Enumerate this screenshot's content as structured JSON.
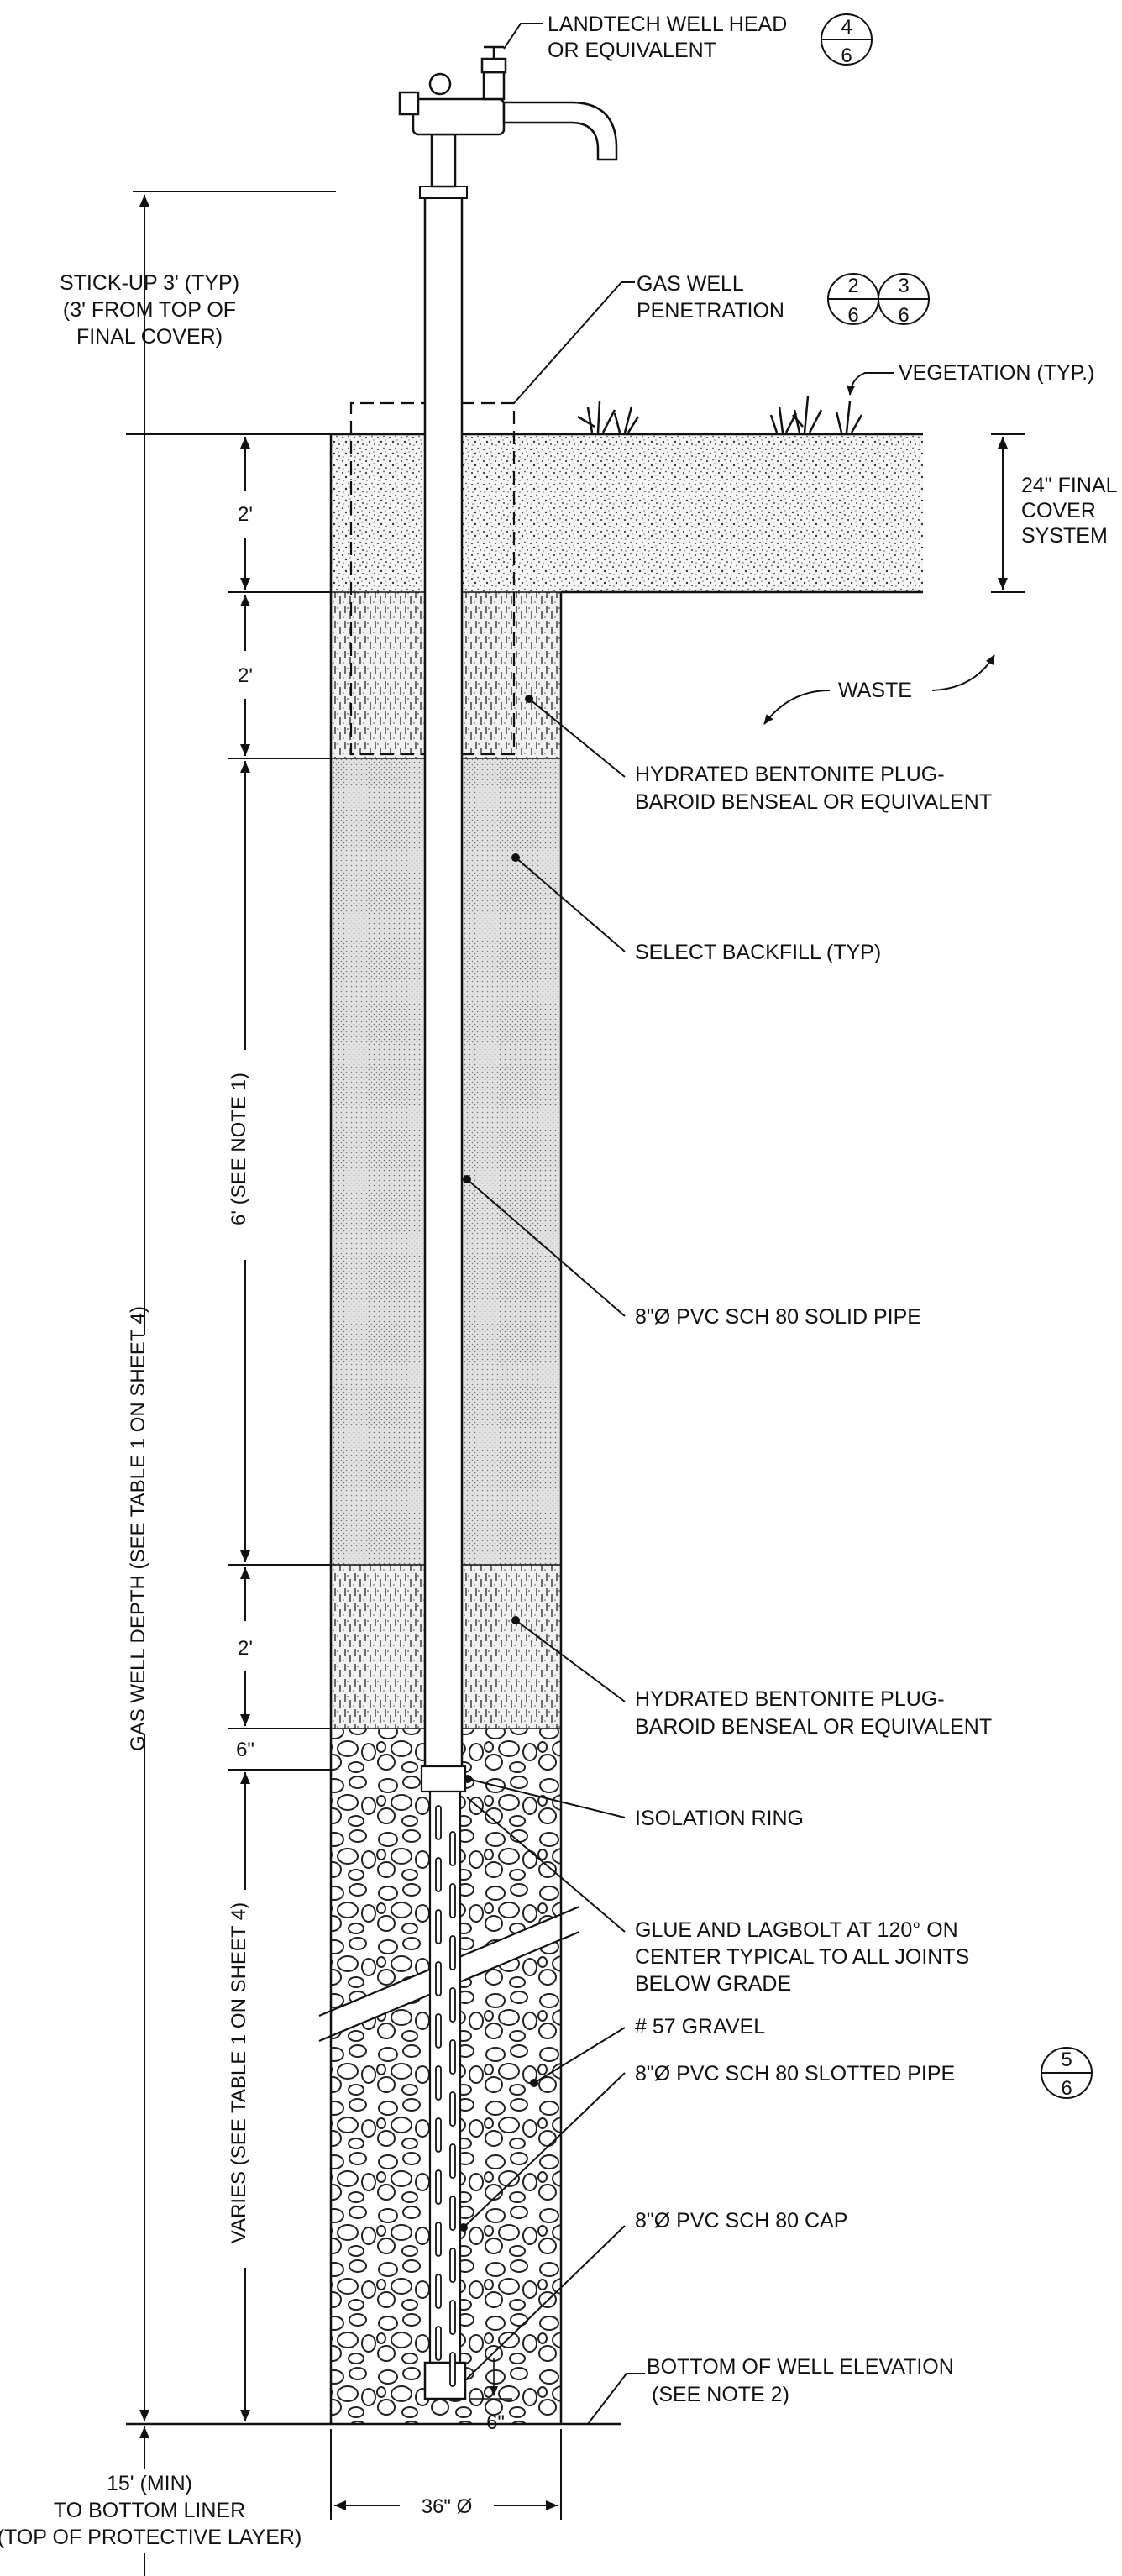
{
  "callouts": {
    "well_head": [
      "LANDTECH WELL HEAD",
      "OR EQUIVALENT"
    ],
    "well_head_ref": {
      "top": "4",
      "bottom": "6"
    },
    "penetration": [
      "GAS WELL",
      "PENETRATION"
    ],
    "penetration_ref_a": {
      "top": "2",
      "bottom": "6"
    },
    "penetration_ref_b": {
      "top": "3",
      "bottom": "6"
    },
    "vegetation": "VEGETATION (TYP.)",
    "final_cover": [
      "24\" FINAL",
      "COVER",
      "SYSTEM"
    ],
    "waste": "WASTE",
    "bentonite_upper": [
      "HYDRATED BENTONITE PLUG-",
      "BAROID BENSEAL OR EQUIVALENT"
    ],
    "select_backfill": "SELECT BACKFILL (TYP)",
    "solid_pipe": "8\"Ø PVC SCH 80 SOLID PIPE",
    "bentonite_lower": [
      "HYDRATED BENTONITE PLUG-",
      "BAROID BENSEAL OR EQUIVALENT"
    ],
    "isolation_ring": "ISOLATION RING",
    "glue_lagbolt": [
      "GLUE AND LAGBOLT AT 120° ON",
      "CENTER TYPICAL TO ALL JOINTS",
      "BELOW GRADE"
    ],
    "gravel": "# 57 GRAVEL",
    "slotted_pipe": "8\"Ø PVC SCH 80 SLOTTED PIPE",
    "slotted_ref": {
      "top": "5",
      "bottom": "6"
    },
    "cap": "8\"Ø PVC SCH 80 CAP",
    "bottom_elev": [
      "BOTTOM OF WELL ELEVATION",
      "(SEE NOTE 2)"
    ]
  },
  "dimensions": {
    "stickup": [
      "STICK-UP 3' (TYP)",
      "(3' FROM TOP OF",
      "FINAL COVER)"
    ],
    "cover_2ft": "2'",
    "bentonite_2ft": "2'",
    "backfill_6ft": "6' (SEE NOTE 1)",
    "lower_bentonite_2ft": "2'",
    "six_inch_top": "6\"",
    "varies": "VARIES (SEE TABLE 1 ON SHEET 4)",
    "gas_well_depth": "GAS WELL DEPTH (SEE TABLE 1 ON SHEET 4)",
    "six_inch_bottom": "6\"",
    "min_to_liner": [
      "15' (MIN)",
      "TO BOTTOM LINER",
      "(TOP OF PROTECTIVE LAYER)"
    ],
    "diameter": "36\" Ø"
  }
}
